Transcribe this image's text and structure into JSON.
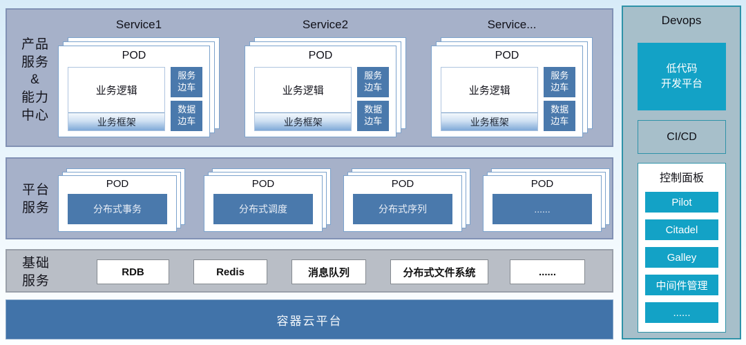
{
  "sections": {
    "product": {
      "label": "产品\n服务\n&\n能力\n中心",
      "services": [
        {
          "title": "Service1",
          "pod_title": "POD",
          "logic": "业务逻辑",
          "frame": "业务框架",
          "sidecars": [
            "服务\n边车",
            "数据\n边车"
          ]
        },
        {
          "title": "Service2",
          "pod_title": "POD",
          "logic": "业务逻辑",
          "frame": "业务框架",
          "sidecars": [
            "服务\n边车",
            "数据\n边车"
          ]
        },
        {
          "title": "Service...",
          "pod_title": "POD",
          "logic": "业务逻辑",
          "frame": "业务框架",
          "sidecars": [
            "服务\n边车",
            "数据\n边车"
          ]
        }
      ]
    },
    "platform": {
      "label": "平台\n服务",
      "pods": [
        {
          "title": "POD",
          "service": "分布式事务"
        },
        {
          "title": "POD",
          "service": "分布式调度"
        },
        {
          "title": "POD",
          "service": "分布式序列"
        },
        {
          "title": "POD",
          "service": "......"
        }
      ]
    },
    "basic": {
      "label": "基础\n服务",
      "items": [
        "RDB",
        "Redis",
        "消息队列",
        "分布式文件系统",
        "......"
      ]
    },
    "cloud_bar": {
      "label": "容器云平台"
    }
  },
  "devops": {
    "title": "Devops",
    "lowcode_label": "低代码\n开发平台",
    "cicd_label": "CI/CD",
    "panel": {
      "title": "控制面板",
      "buttons": [
        "Pilot",
        "Citadel",
        "Galley",
        "中间件管理",
        "......"
      ]
    }
  },
  "colors": {
    "section_bg": "#a6b1c9",
    "basic_section_bg": "#b9bec6",
    "steel_blue_box": "#4a79ac",
    "cloud_bar": "#4173a9",
    "cyan_accent": "#13a2c6",
    "devops_bg": "#a7bfca",
    "devops_border": "#2e92a8",
    "pod_border": "#7ba2cc"
  }
}
